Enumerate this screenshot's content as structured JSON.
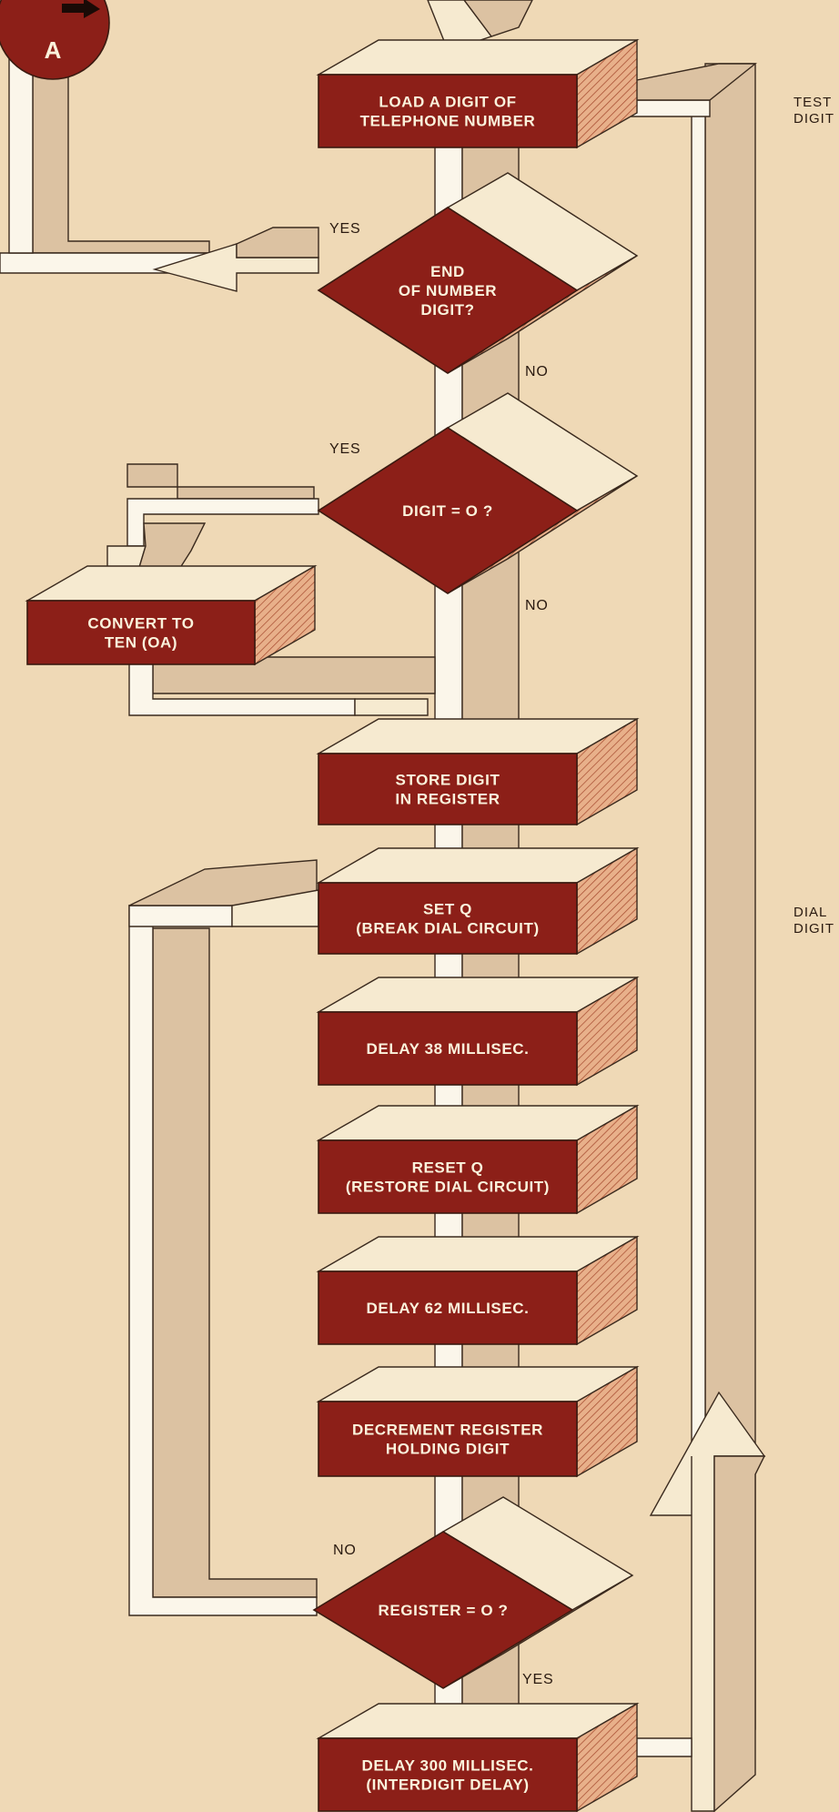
{
  "connector": {
    "label": "A"
  },
  "side_labels": [
    {
      "line1": "TEST",
      "line2": "DIGIT"
    },
    {
      "line1": "DIAL",
      "line2": "DIGIT"
    }
  ],
  "steps": [
    {
      "id": "load",
      "kind": "process",
      "lines": [
        "LOAD A DIGIT OF",
        "TELEPHONE NUMBER"
      ]
    },
    {
      "id": "end",
      "kind": "decision",
      "lines": [
        "END",
        "OF NUMBER",
        "DIGIT?"
      ]
    },
    {
      "id": "zero",
      "kind": "decision",
      "lines": [
        "DIGIT = O ?"
      ]
    },
    {
      "id": "convert",
      "kind": "process",
      "lines": [
        "CONVERT TO",
        "TEN (OA)"
      ]
    },
    {
      "id": "store",
      "kind": "process",
      "lines": [
        "STORE DIGIT",
        "IN REGISTER"
      ]
    },
    {
      "id": "setq",
      "kind": "process",
      "lines": [
        "SET Q",
        "(BREAK DIAL CIRCUIT)"
      ]
    },
    {
      "id": "delay38",
      "kind": "process",
      "lines": [
        "DELAY 38 MILLISEC."
      ]
    },
    {
      "id": "resetq",
      "kind": "process",
      "lines": [
        "RESET Q",
        "(RESTORE DIAL CIRCUIT)"
      ]
    },
    {
      "id": "delay62",
      "kind": "process",
      "lines": [
        "DELAY 62 MILLISEC."
      ]
    },
    {
      "id": "decrement",
      "kind": "process",
      "lines": [
        "DECREMENT REGISTER",
        "HOLDING DIGIT"
      ]
    },
    {
      "id": "regzero",
      "kind": "decision",
      "lines": [
        "REGISTER = O ?"
      ]
    },
    {
      "id": "delay300",
      "kind": "process",
      "lines": [
        "DELAY 300 MILLISEC.",
        "(INTERDIGIT DELAY)"
      ]
    }
  ],
  "branch_labels": [
    {
      "from": "end",
      "text": "YES"
    },
    {
      "from": "end",
      "text": "NO"
    },
    {
      "from": "zero",
      "text": "YES"
    },
    {
      "from": "zero",
      "text": "NO"
    },
    {
      "from": "regzero",
      "text": "NO"
    },
    {
      "from": "regzero",
      "text": "YES"
    }
  ],
  "colors": {
    "background": "#efd9b6",
    "box_face": "#8c1f18",
    "box_text": "#fbf3dc",
    "pipe_light": "#fbf6ea",
    "pipe_shade": "#dcc2a2"
  }
}
